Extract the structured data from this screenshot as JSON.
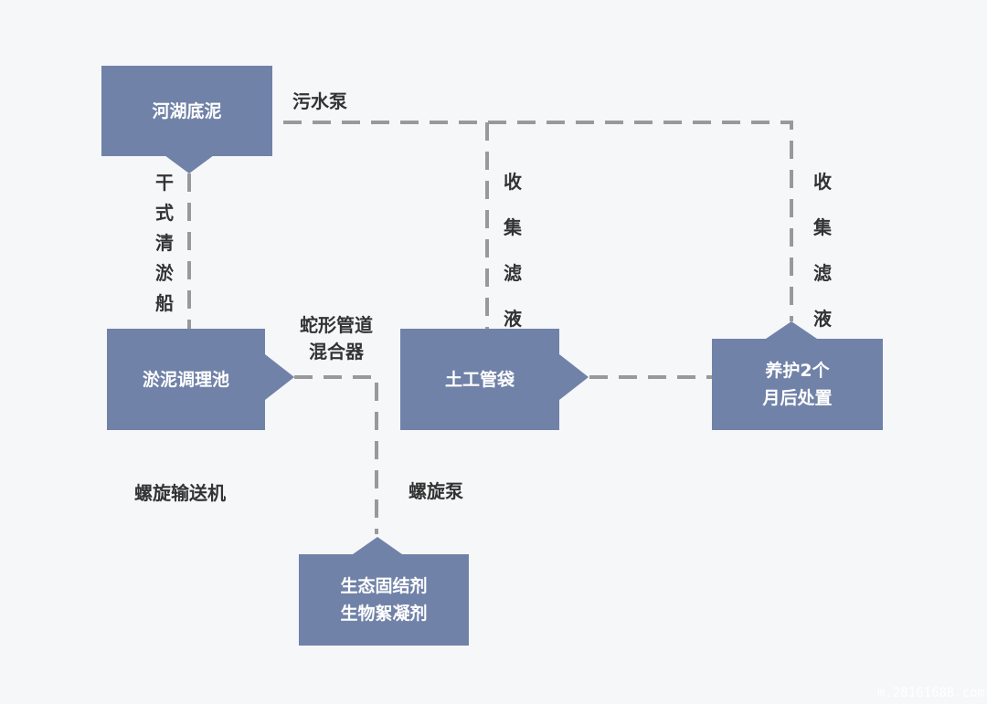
{
  "colors": {
    "background": "#f6f7f9",
    "node_fill": "#7182a8",
    "node_text": "#ffffff",
    "connector": "#999999",
    "label_text": "#333333"
  },
  "nodes": {
    "river_sediment": {
      "label": "河湖底泥"
    },
    "conditioning_tank": {
      "label": "淤泥调理池"
    },
    "geotextile_bag": {
      "label": "土工管袋"
    },
    "curing_disposal": {
      "lines": [
        "养护2个",
        "月后处置"
      ]
    },
    "agents": {
      "lines": [
        "生态固结剂",
        "生物絮凝剂"
      ]
    }
  },
  "edge_labels": {
    "sewage_pump": "污水泵",
    "dry_dredger": [
      "干",
      "式",
      "清",
      "淤",
      "船"
    ],
    "serpentine_mixer": [
      "蛇形管道",
      "混合器"
    ],
    "collect_filtrate_1": [
      "收",
      "集",
      "滤",
      "液"
    ],
    "collect_filtrate_2": [
      "收",
      "集",
      "滤",
      "液"
    ],
    "screw_conveyor": "螺旋输送机",
    "screw_pump": "螺旋泵"
  },
  "watermark": "m.28161688.com"
}
